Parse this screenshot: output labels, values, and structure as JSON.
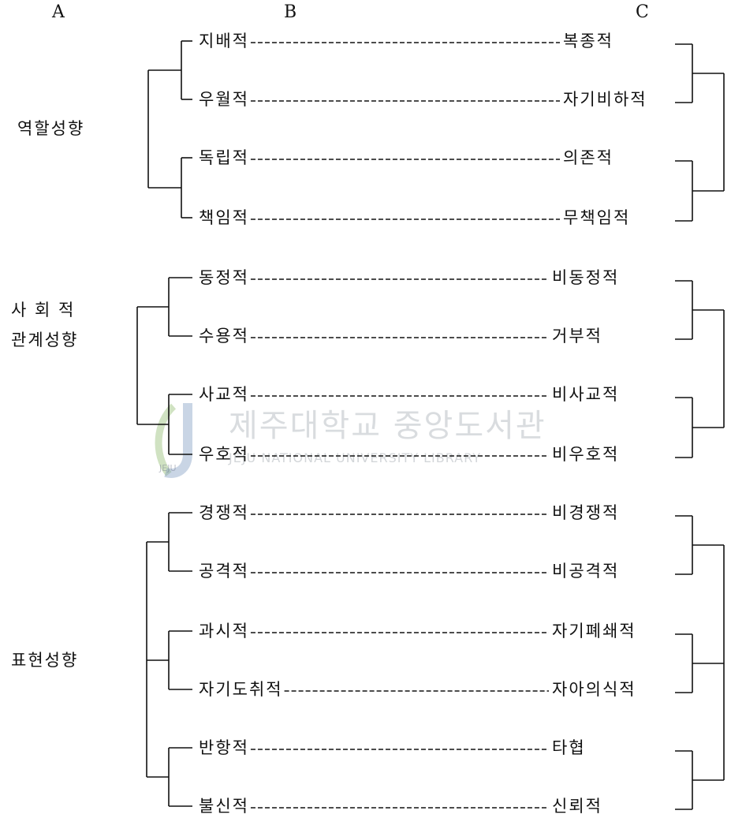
{
  "columns": {
    "a": "A",
    "b": "B",
    "c": "C"
  },
  "categories": [
    {
      "label": "역할성향",
      "pairs": [
        {
          "left": "지배적",
          "right": "복종적"
        },
        {
          "left": "우월적",
          "right": "자기비하적"
        },
        {
          "left": "독립적",
          "right": "의존적"
        },
        {
          "left": "책임적",
          "right": "무책임적"
        }
      ]
    },
    {
      "label": "사 회 적\n관계성향",
      "pairs": [
        {
          "left": "동정적",
          "right": "비동정적"
        },
        {
          "left": "수용적",
          "right": "거부적"
        },
        {
          "left": "사교적",
          "right": "비사교적"
        },
        {
          "left": "우호적",
          "right": "비우호적"
        }
      ]
    },
    {
      "label": "표현성향",
      "pairs": [
        {
          "left": "경쟁적",
          "right": "비경쟁적"
        },
        {
          "left": "공격적",
          "right": "비공격적"
        },
        {
          "left": "과시적",
          "right": "자기폐쇄적"
        },
        {
          "left": "자기도취적",
          "right": "자아의식적"
        },
        {
          "left": "반항적",
          "right": "타협"
        },
        {
          "left": "불신적",
          "right": "신뢰적"
        }
      ]
    }
  ],
  "watermark": {
    "title": "제주대학교 중앙도서관",
    "subtitle": "JEJU NATIONAL UNIVERSITY LIBRARY",
    "emblem_text": "JEJU"
  },
  "colors": {
    "ink": "#111111",
    "watermark": "#9aa4ad"
  }
}
